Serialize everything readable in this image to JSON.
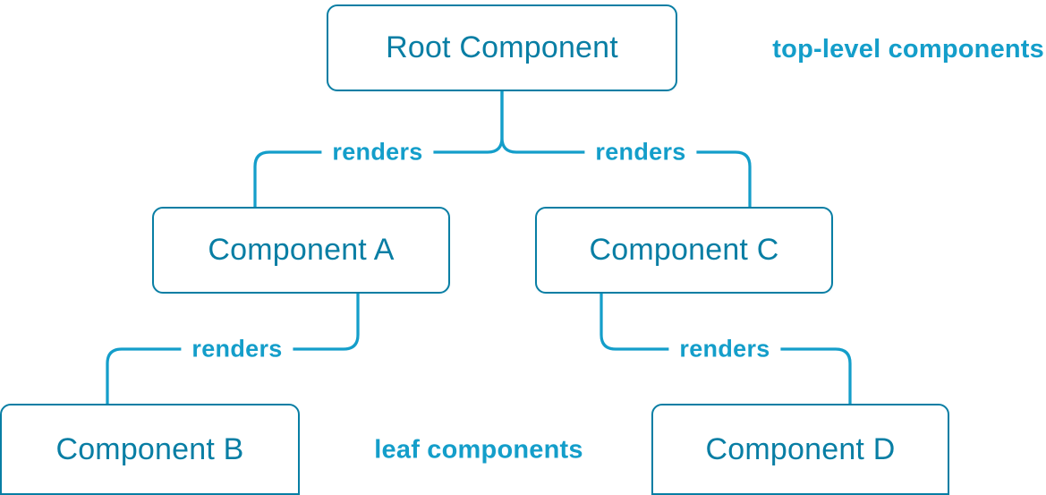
{
  "diagram": {
    "nodes": [
      {
        "id": "root",
        "label": "Root Component"
      },
      {
        "id": "a",
        "label": "Component A"
      },
      {
        "id": "c",
        "label": "Component C"
      },
      {
        "id": "b",
        "label": "Component B"
      },
      {
        "id": "d",
        "label": "Component D"
      }
    ],
    "edges": [
      {
        "from": "root",
        "to": "a",
        "label": "renders"
      },
      {
        "from": "root",
        "to": "c",
        "label": "renders"
      },
      {
        "from": "a",
        "to": "b",
        "label": "renders"
      },
      {
        "from": "c",
        "to": "d",
        "label": "renders"
      }
    ],
    "annotations": [
      {
        "id": "top-level",
        "text": "top-level components"
      },
      {
        "id": "leaf",
        "text": "leaf components"
      }
    ],
    "colors": {
      "node_border": "#087EA4",
      "node_text": "#087EA4",
      "connector_line": "#149ECA",
      "annotation_text": "#149ECA"
    }
  }
}
